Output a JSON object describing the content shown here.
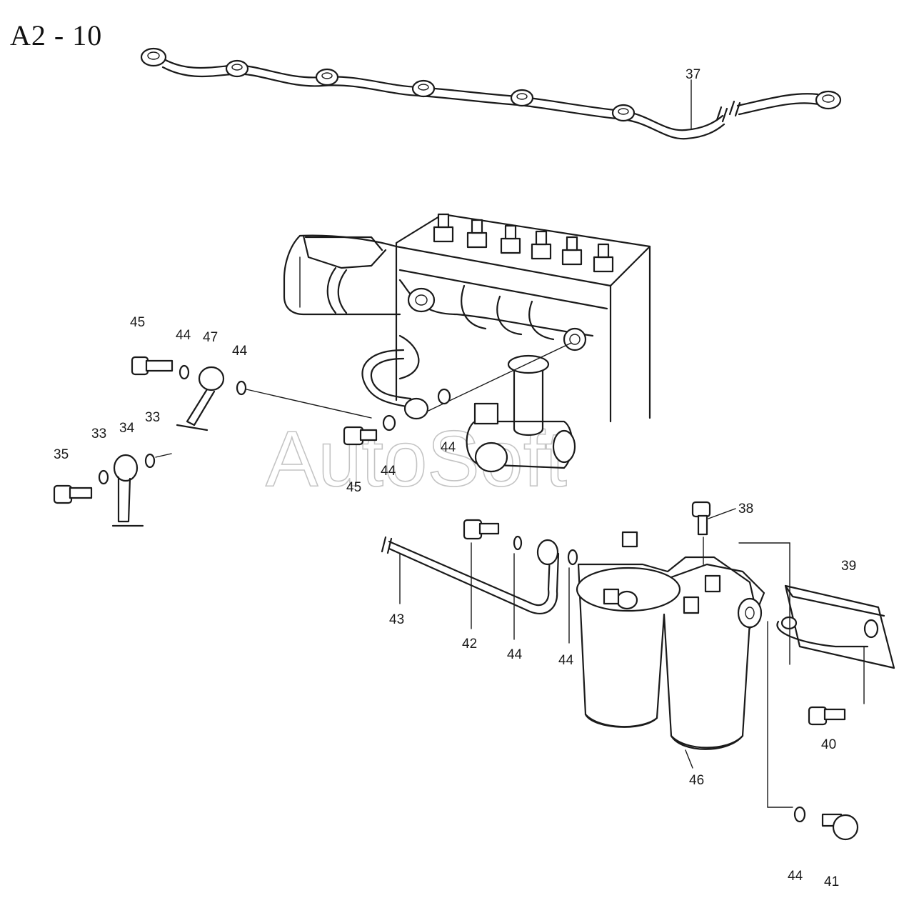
{
  "diagram": {
    "title": "A2 - 10",
    "watermark": "AutoSoft",
    "callouts": [
      {
        "id": "c37",
        "text": "37"
      },
      {
        "id": "c45a",
        "text": "45"
      },
      {
        "id": "c44a",
        "text": "44"
      },
      {
        "id": "c47",
        "text": "47"
      },
      {
        "id": "c44b",
        "text": "44"
      },
      {
        "id": "c33a",
        "text": "33"
      },
      {
        "id": "c34",
        "text": "34"
      },
      {
        "id": "c33b",
        "text": "33"
      },
      {
        "id": "c35",
        "text": "35"
      },
      {
        "id": "c44c",
        "text": "44"
      },
      {
        "id": "c44d",
        "text": "44"
      },
      {
        "id": "c45b",
        "text": "45"
      },
      {
        "id": "c38",
        "text": "38"
      },
      {
        "id": "c39",
        "text": "39"
      },
      {
        "id": "c43",
        "text": "43"
      },
      {
        "id": "c42",
        "text": "42"
      },
      {
        "id": "c44e",
        "text": "44"
      },
      {
        "id": "c44f",
        "text": "44"
      },
      {
        "id": "c40",
        "text": "40"
      },
      {
        "id": "c46",
        "text": "46"
      },
      {
        "id": "c44g",
        "text": "44"
      },
      {
        "id": "c41",
        "text": "41"
      }
    ]
  }
}
